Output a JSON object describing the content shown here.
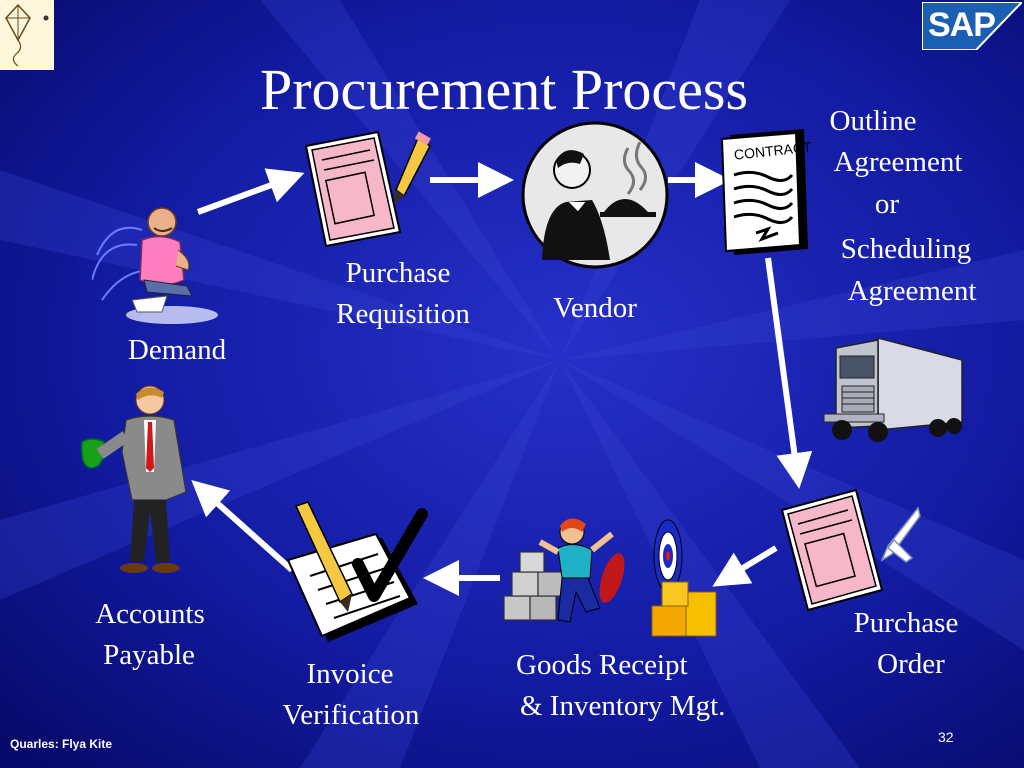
{
  "slide": {
    "title": "Procurement Process",
    "footer": "Quarles: Flya Kite",
    "page_number": "32",
    "logo_text": "SAP"
  },
  "steps": {
    "demand": "Demand",
    "purchase_requisition": [
      "Purchase",
      "Requisition"
    ],
    "vendor": "Vendor",
    "agreement": [
      "Outline",
      "Agreement",
      "or",
      "Scheduling",
      "Agreement"
    ],
    "purchase_order": [
      "Purchase",
      "Order"
    ],
    "goods_receipt": [
      "Goods Receipt",
      "& Inventory Mgt."
    ],
    "invoice_verification": [
      "Invoice",
      "Verification"
    ],
    "accounts_payable": [
      "Accounts",
      "Payable"
    ]
  },
  "icons": {
    "kite": "kite-icon",
    "logo": "sap-logo",
    "demand": "thinking-man-icon",
    "requisition": "document-pencil-icon",
    "vendor": "waiter-icon",
    "contract": "contract-document-icon",
    "truck": "truck-icon",
    "purchase_order": "document-plane-icon",
    "goods_receipt": "warehouse-worker-icon",
    "invoice": "checkmark-document-icon",
    "accounts_payable": "businessman-money-icon"
  },
  "colors": {
    "background": "#0b0f8a",
    "text": "#ffffff",
    "document_pink": "#f6b8c8",
    "sap_blue": "#1b5fb3"
  }
}
